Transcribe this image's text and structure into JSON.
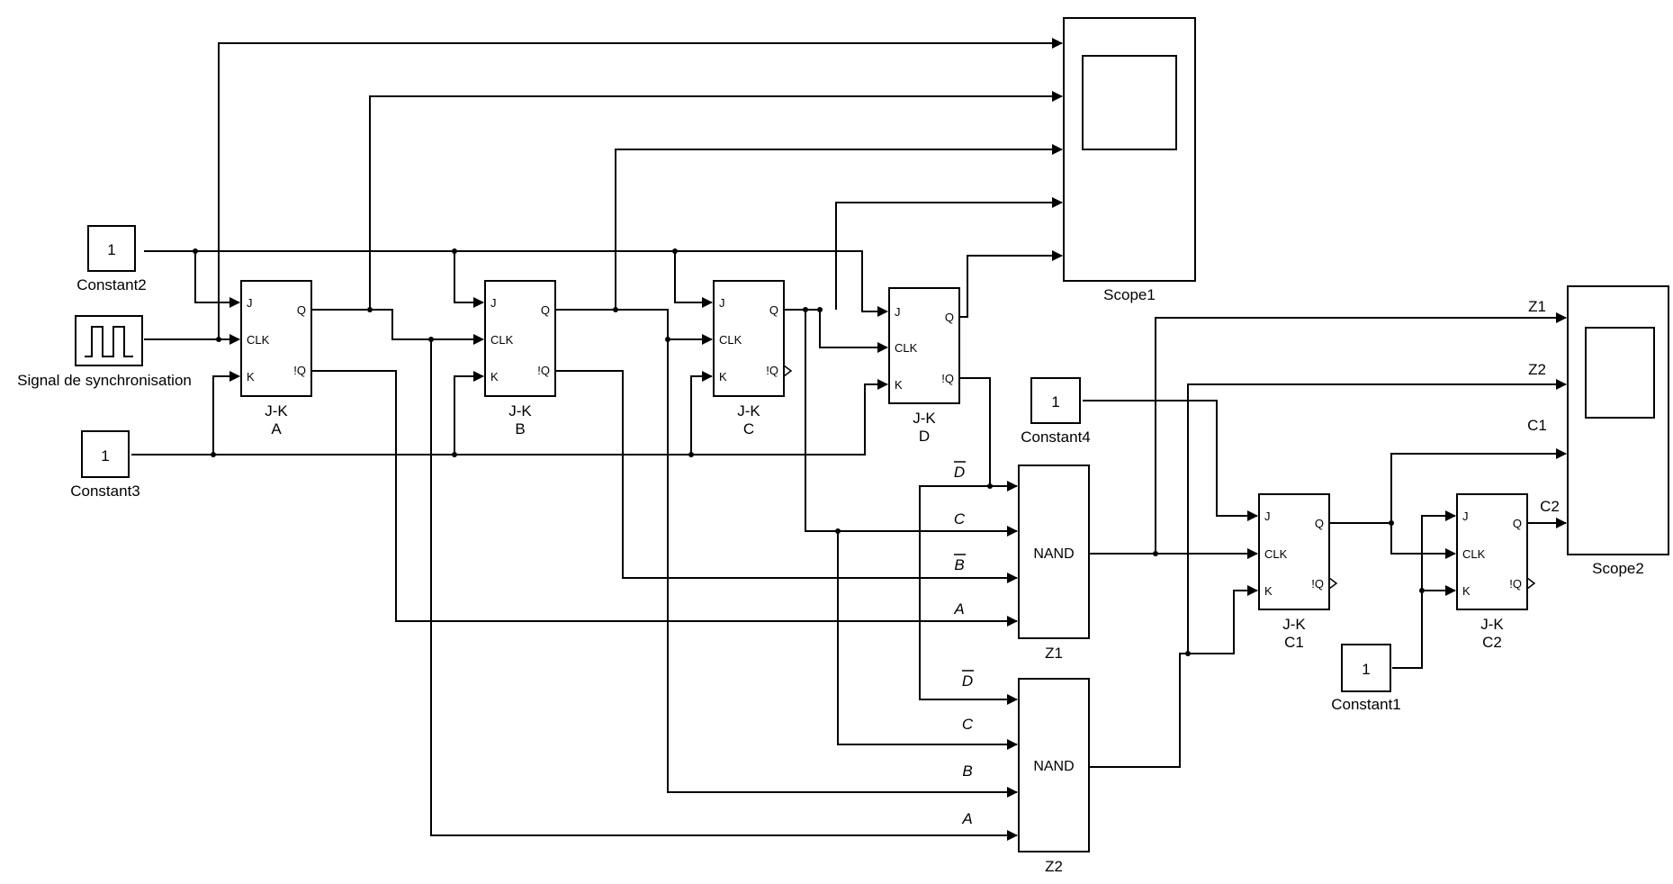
{
  "blocks": {
    "constant2": {
      "value": "1",
      "name": "Constant2"
    },
    "constant3": {
      "value": "1",
      "name": "Constant3"
    },
    "constant4": {
      "value": "1",
      "name": "Constant4"
    },
    "constant1": {
      "value": "1",
      "name": "Constant1"
    },
    "signal": {
      "name": "Signal de synchronisation"
    },
    "jk_a": {
      "type": "J-K",
      "name": "A",
      "j": "J",
      "clk": "CLK",
      "k": "K",
      "q": "Q",
      "nq": "!Q"
    },
    "jk_b": {
      "type": "J-K",
      "name": "B",
      "j": "J",
      "clk": "CLK",
      "k": "K",
      "q": "Q",
      "nq": "!Q"
    },
    "jk_c": {
      "type": "J-K",
      "name": "C",
      "j": "J",
      "clk": "CLK",
      "k": "K",
      "q": "Q",
      "nq": "!Q"
    },
    "jk_d": {
      "type": "J-K",
      "name": "D",
      "j": "J",
      "clk": "CLK",
      "k": "K",
      "q": "Q",
      "nq": "!Q"
    },
    "jk_c1": {
      "type": "J-K",
      "name": "C1",
      "j": "J",
      "clk": "CLK",
      "k": "K",
      "q": "Q",
      "nq": "!Q"
    },
    "jk_c2": {
      "type": "J-K",
      "name": "C2",
      "j": "J",
      "clk": "CLK",
      "k": "K",
      "q": "Q",
      "nq": "!Q"
    },
    "nand_z1": {
      "label": "NAND",
      "name": "Z1"
    },
    "nand_z2": {
      "label": "NAND",
      "name": "Z2"
    },
    "scope1": {
      "name": "Scope1"
    },
    "scope2": {
      "name": "Scope2"
    }
  },
  "signals": {
    "z1_dbar": "D",
    "z1_c": "C",
    "z1_bbar": "B",
    "z1_a": "A",
    "z2_dbar": "D",
    "z2_c": "C",
    "z2_b": "B",
    "z2_a": "A",
    "scope2_z1": "Z1",
    "scope2_z2": "Z2",
    "scope2_c1": "C1",
    "scope2_c2": "C2"
  }
}
